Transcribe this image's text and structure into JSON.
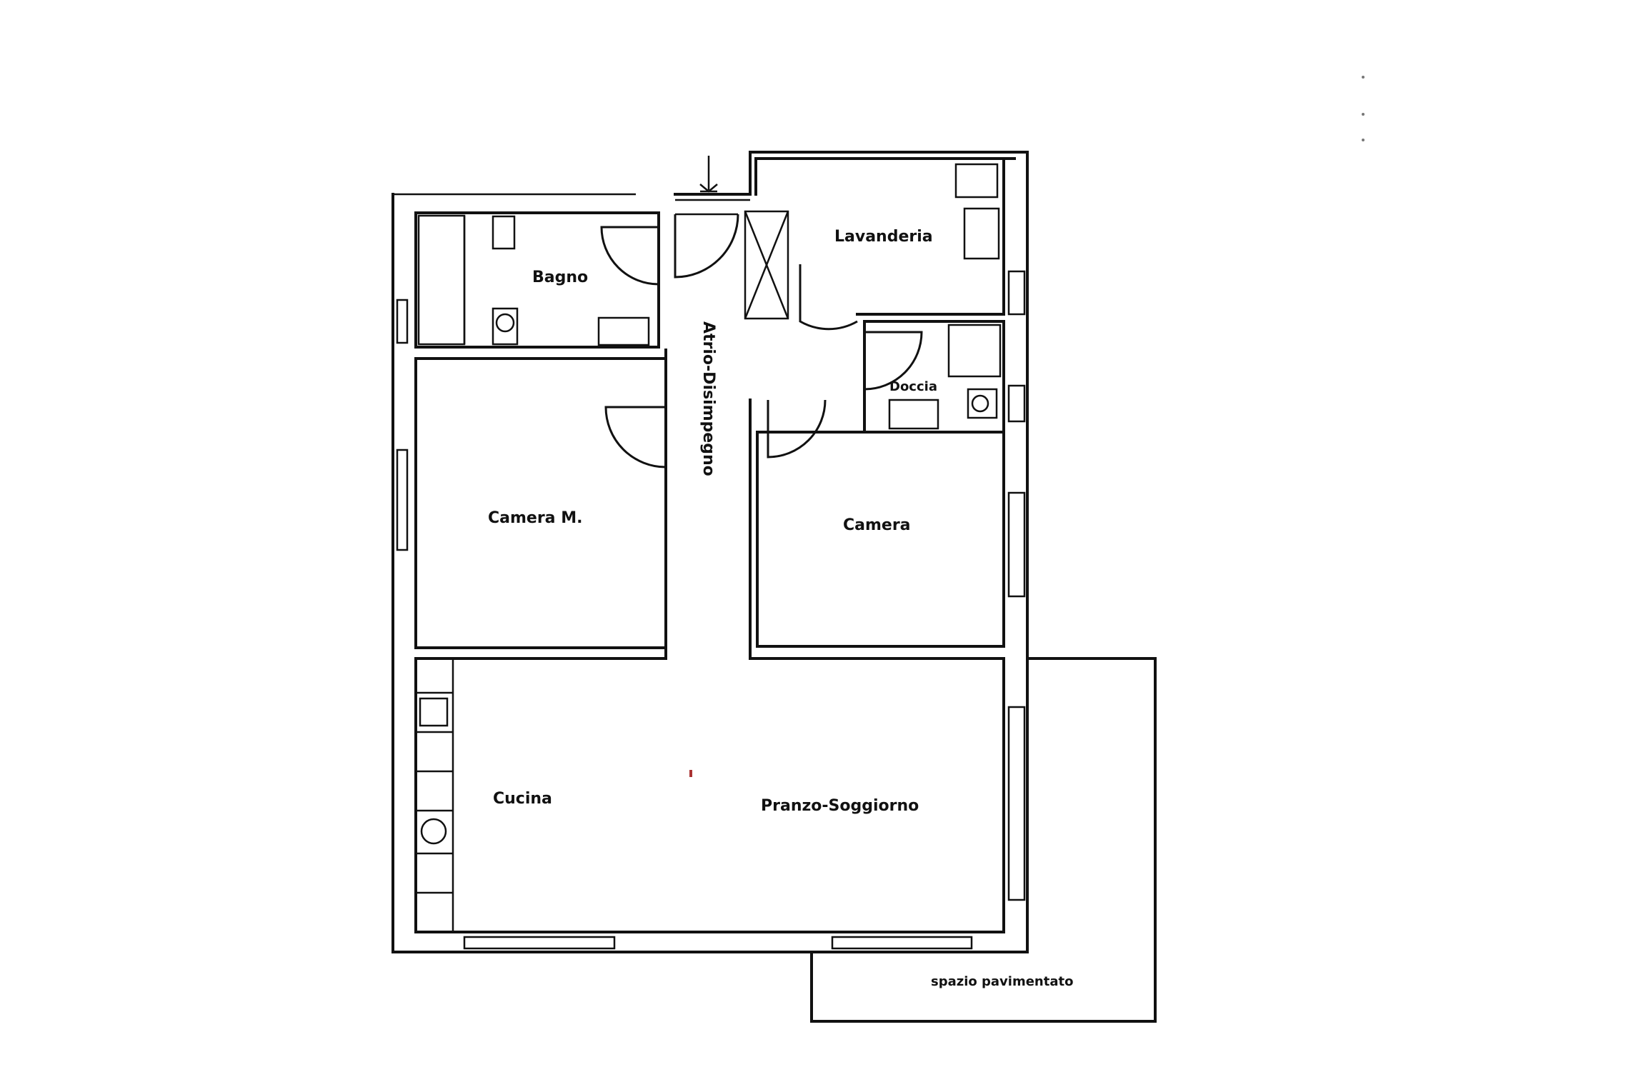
{
  "rooms": {
    "bagno": "Bagno",
    "lavanderia": "Lavanderia",
    "atrio": "Atrio-Disimpegno",
    "doccia": "Doccia",
    "camera_m": "Camera M.",
    "camera": "Camera",
    "cucina": "Cucina",
    "pranzo": "Pranzo-Soggiorno",
    "spazio": "spazio pavimentato"
  }
}
